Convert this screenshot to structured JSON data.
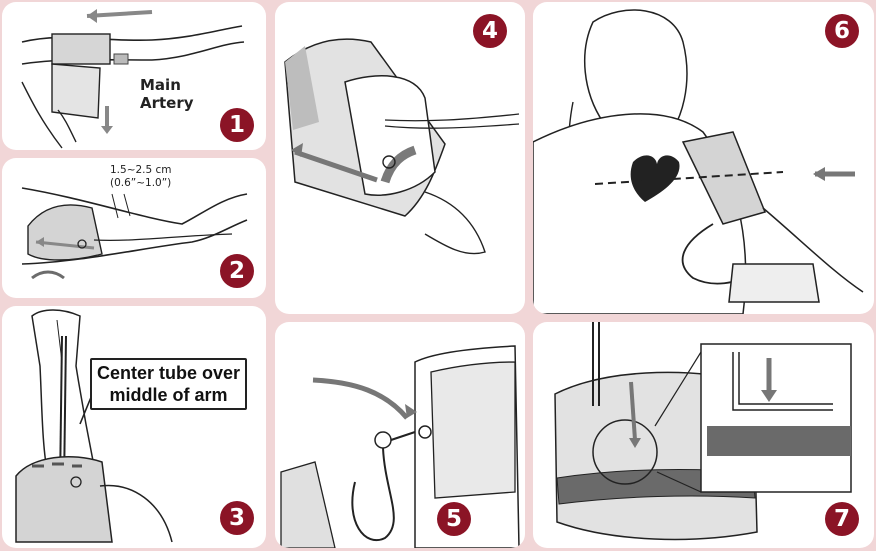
{
  "panels": [
    {
      "step": "1",
      "labels": [
        "Main",
        "Artery"
      ]
    },
    {
      "step": "2",
      "measure_cm": "1.5~2.5 cm",
      "measure_in": "(0.6”~1.0”)"
    },
    {
      "step": "3",
      "callout": [
        "Center tube over",
        "middle of arm"
      ]
    },
    {
      "step": "4"
    },
    {
      "step": "5"
    },
    {
      "step": "6"
    },
    {
      "step": "7"
    }
  ],
  "colors": {
    "badge": "#8b1426",
    "background": "#f1d6d7",
    "cuff_gray": "#d0d0d0",
    "dark_band": "#666666",
    "heart": "#222222"
  }
}
